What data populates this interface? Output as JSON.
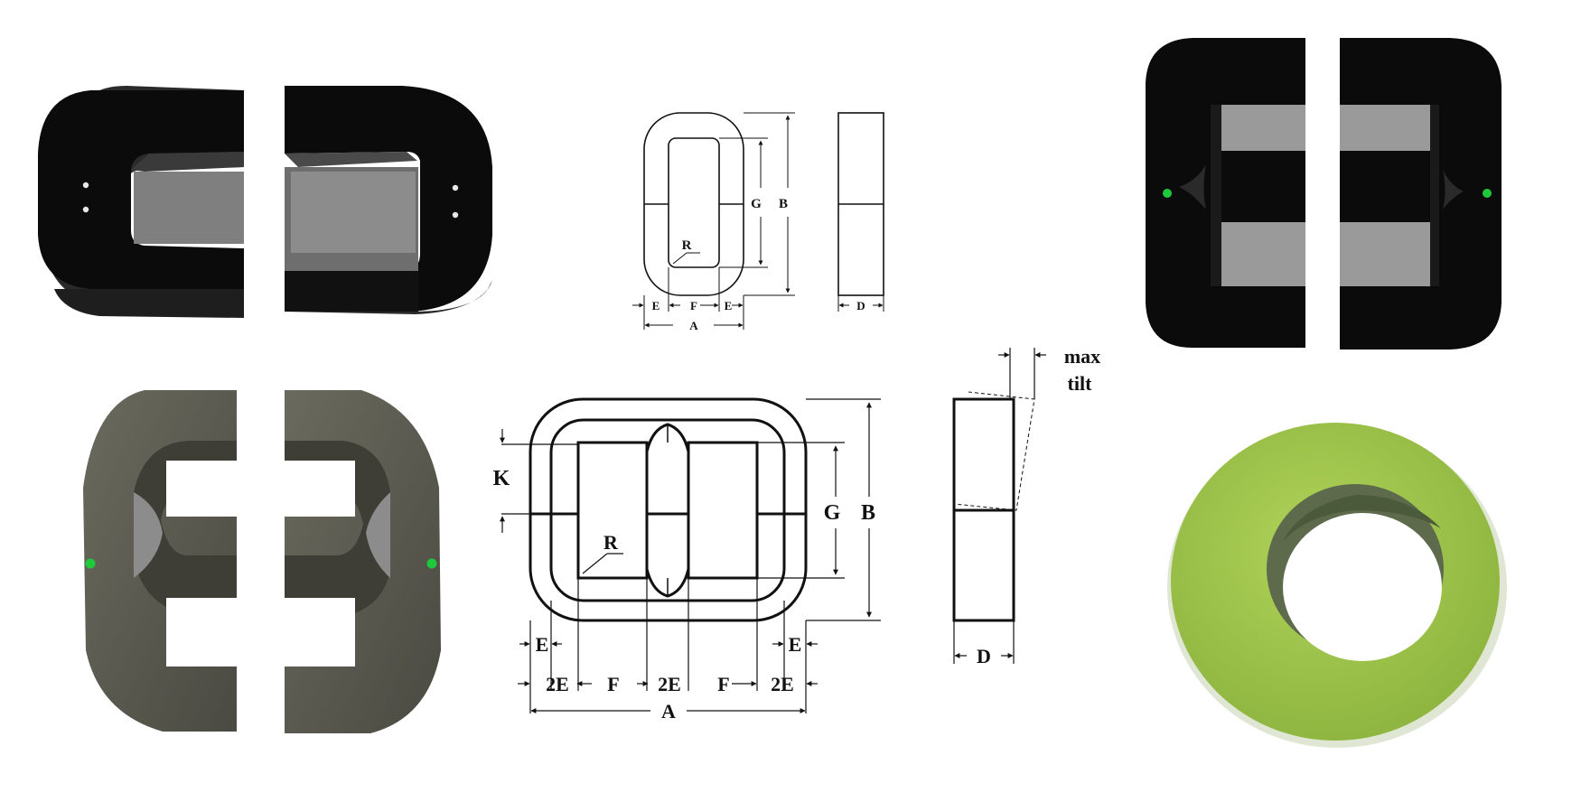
{
  "colors": {
    "background": "#ffffff",
    "black_core": "#0b0b0b",
    "core_edge": "#3a3a3a",
    "core_window": "#9c9c9c",
    "gray_core": "#5a5a50",
    "green_toroid": "#9bc24a",
    "green_marker": "#1fc93c",
    "drawing_line": "#111111"
  },
  "top_drawing": {
    "labels": {
      "G": "G",
      "B": "B",
      "R": "R",
      "E_left": "E",
      "F": "F",
      "E_right": "E",
      "A": "A",
      "D": "D"
    }
  },
  "bottom_drawing": {
    "labels": {
      "K": "K",
      "G": "G",
      "B": "B",
      "R": "R",
      "E_left": "E",
      "E_right": "E",
      "bottom_row": [
        "2E",
        "F",
        "2E",
        "F",
        "2E"
      ],
      "A": "A",
      "D": "D",
      "max_tilt_line1": "max",
      "max_tilt_line2": "tilt"
    }
  }
}
